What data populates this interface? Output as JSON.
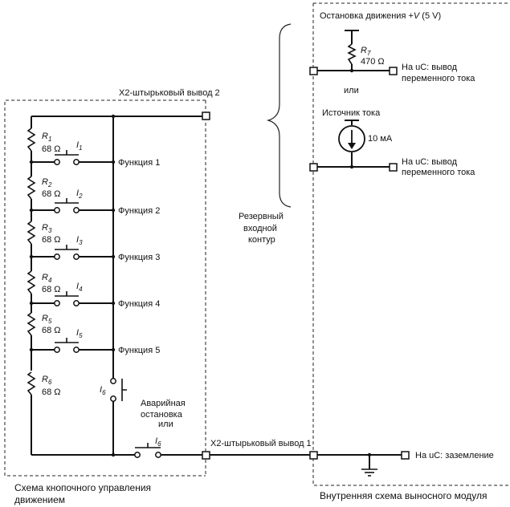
{
  "left_module": {
    "connector_top_label": "X2-штырьковый вывод 2",
    "resistors": [
      {
        "name": "R",
        "index": "1",
        "value": "68 Ω"
      },
      {
        "name": "R",
        "index": "2",
        "value": "68 Ω"
      },
      {
        "name": "R",
        "index": "3",
        "value": "68 Ω"
      },
      {
        "name": "R",
        "index": "4",
        "value": "68 Ω"
      },
      {
        "name": "R",
        "index": "5",
        "value": "68 Ω"
      },
      {
        "name": "R",
        "index": "6",
        "value": "68 Ω"
      }
    ],
    "switches": [
      {
        "name": "I",
        "index": "1"
      },
      {
        "name": "I",
        "index": "2"
      },
      {
        "name": "I",
        "index": "3"
      },
      {
        "name": "I",
        "index": "4"
      },
      {
        "name": "I",
        "index": "5"
      }
    ],
    "functions": [
      "Функция 1",
      "Функция 2",
      "Функция 3",
      "Функция 4",
      "Функция 5"
    ],
    "emergency_switch_left": {
      "name": "I",
      "index": "6"
    },
    "emergency_switch_bottom": {
      "name": "I",
      "index": "6"
    },
    "emergency_label_line1": "Аварийная",
    "emergency_label_line2": "остановка",
    "emergency_label_line3": "или",
    "connector_bottom_label": "X2-штырьковый вывод 1",
    "module_title_line1": "Схема кнопочного управления",
    "module_title_line2": "движением"
  },
  "reserve": {
    "line1": "Резервный",
    "line2": "входной",
    "line3": "контур"
  },
  "right_module": {
    "top_label_prefix": "Остановка движения +",
    "top_label_v": "V",
    "top_label_suffix": " (5 V)",
    "r7_name": "R",
    "r7_index": "7",
    "r7_value": "470 Ω",
    "out1_line1": "На uC: вывод",
    "out1_line2": "переменного тока",
    "or_label": "или",
    "current_source_label": "Источник тока",
    "current_value": "10 мА",
    "out2_line1": "На uC: вывод",
    "out2_line2": "переменного тока",
    "ground_label": "На uC: заземление",
    "module_title": "Внутренняя схема выносного модуля"
  }
}
